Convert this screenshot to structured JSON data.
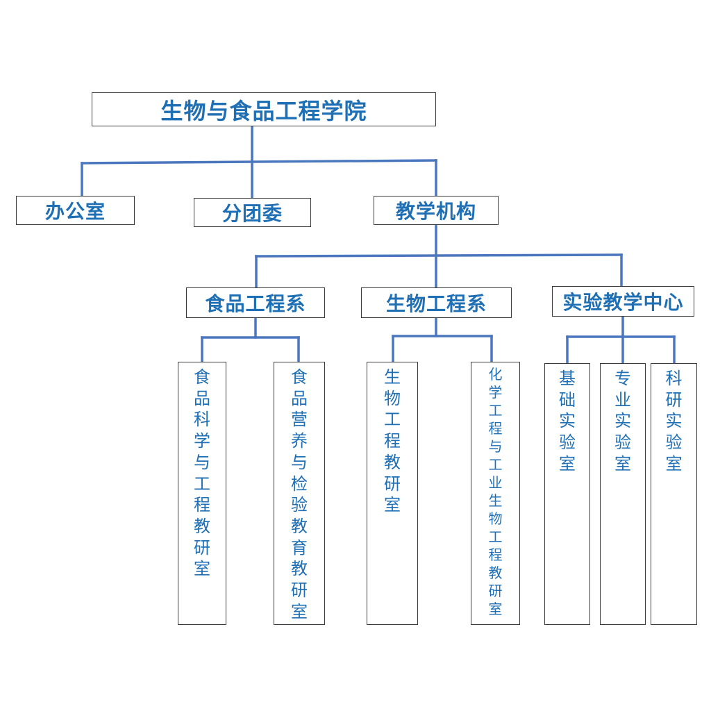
{
  "colors": {
    "connector": "#4a76be",
    "text": "#1f6fb5",
    "border": "#3a3a3a"
  },
  "root": {
    "label": "生物与食品工程学院"
  },
  "level1": {
    "office": "办公室",
    "youth_league": "分团委",
    "teaching": "教学机构"
  },
  "level2": {
    "food_dept": "食品工程系",
    "bio_dept": "生物工程系",
    "lab_center": "实验教学中心"
  },
  "level3": {
    "food_science": "食品科学与工程教研室",
    "food_nutrition": "食品营养与检验教育教研室",
    "bio_eng": "生物工程教研室",
    "chem_bio": "化学工程与工业生物工程教研室",
    "basic_lab": "基础实验室",
    "pro_lab": "专业实验室",
    "research_lab": "科研实验室"
  }
}
